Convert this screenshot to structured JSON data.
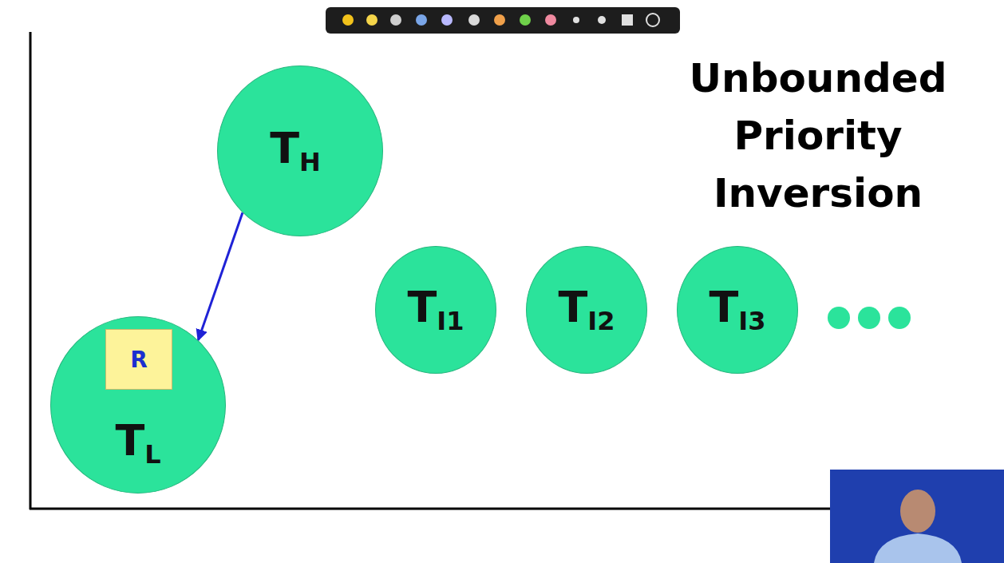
{
  "diagram": {
    "title": "Unbounded Priority Inversion",
    "nodes": [
      {
        "text": [
          "TH"
        ]
      },
      {
        "text": [
          "TL"
        ]
      },
      {
        "text": [
          "R"
        ],
        "in": 1
      },
      {
        "text": [
          "TI1"
        ]
      },
      {
        "text": [
          "TI2"
        ]
      },
      {
        "text": [
          "TI3"
        ]
      }
    ],
    "edges": [
      {
        "from": 0,
        "to": 1,
        "arrow": "to"
      }
    ]
  }
}
